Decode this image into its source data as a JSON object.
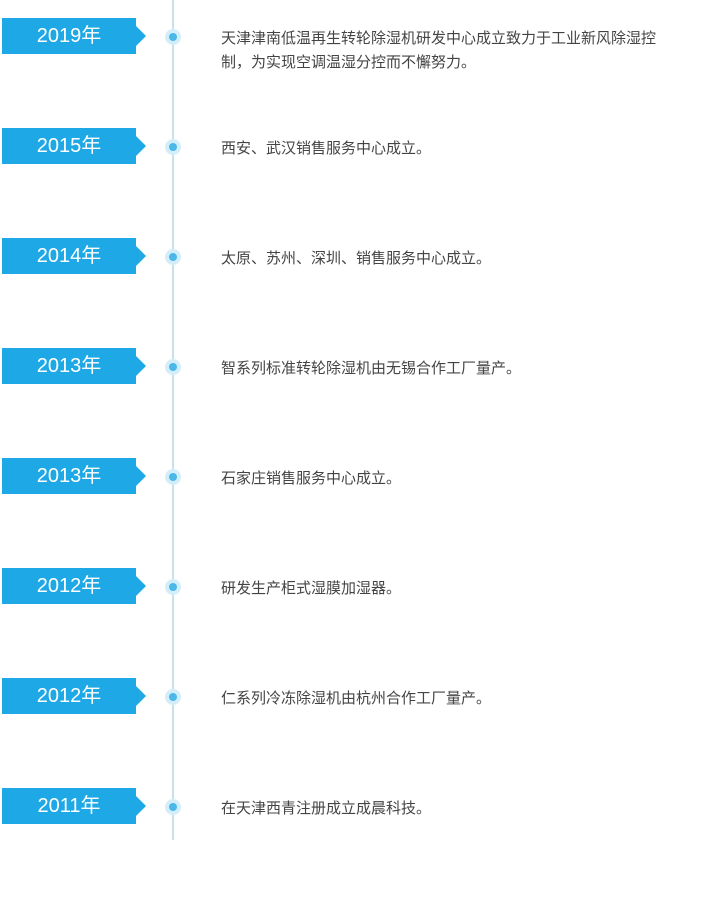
{
  "timeline": {
    "entries": [
      {
        "year": "2019年",
        "text": "天津津南低温再生转轮除湿机研发中心成立致力于工业新风除湿控制，为实现空调温湿分控而不懈努力。"
      },
      {
        "year": "2015年",
        "text": "西安、武汉销售服务中心成立。"
      },
      {
        "year": "2014年",
        "text": "太原、苏州、深圳、销售服务中心成立。"
      },
      {
        "year": "2013年",
        "text": "智系列标准转轮除湿机由无锡合作工厂量产。"
      },
      {
        "year": "2013年",
        "text": "石家庄销售服务中心成立。"
      },
      {
        "year": "2012年",
        "text": "研发生产柜式湿膜加湿器。"
      },
      {
        "year": "2012年",
        "text": "仁系列冷冻除湿机由杭州合作工厂量产。"
      },
      {
        "year": "2011年",
        "text": "在天津西青注册成立成晨科技。"
      }
    ]
  },
  "colors": {
    "tag_bg": "#1ea8e6",
    "line": "#c9e2ea",
    "dot": "#4ab8e8",
    "text": "#444444"
  }
}
